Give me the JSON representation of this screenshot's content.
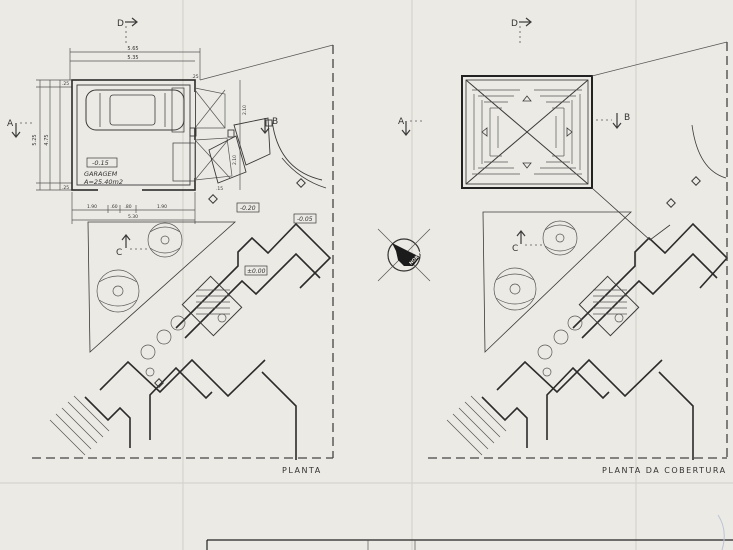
{
  "left_plan": {
    "title": "PLANTA",
    "room_name": "GARAGEM",
    "room_area": "A=25.40m2",
    "level_garage": "-0.15",
    "level_entry": "-0.20",
    "level_path": "-0.05",
    "level_floor": "±0.00",
    "dim_top_outer": "5.65",
    "dim_top_inner": "5.35",
    "dim_bottom_total": "5.30",
    "dim_bottom_a": "1.90",
    "dim_bottom_b": ".60",
    "dim_bottom_c": ".80",
    "dim_bottom_d": "1.90",
    "dim_left_a": "5.25",
    "dim_left_b": "4.75",
    "dim_side_a": ".25",
    "dim_side_b": ".25",
    "dim_right_a": "2.10",
    "dim_right_b": "2.10",
    "dim_right_c": ".15"
  },
  "right_plan": {
    "title": "PLANTA DA COBERTURA"
  },
  "section_markers": {
    "a": "A",
    "b": "B",
    "c": "C",
    "d": "D"
  },
  "north_arrow": {
    "label": "NORTE"
  }
}
